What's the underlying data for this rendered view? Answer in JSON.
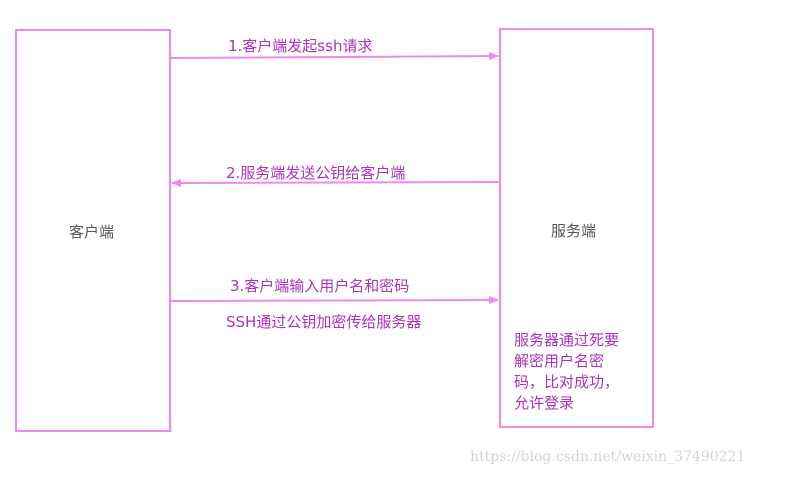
{
  "nodes": {
    "client": {
      "title": "客户端"
    },
    "server": {
      "title": "服务端",
      "note_lines": [
        "服务器通过死要",
        "解密用户名密",
        "码，比对成功，",
        "允许登录"
      ]
    }
  },
  "steps": [
    {
      "label": "1.客户端发起ssh请求",
      "direction": "client-to-server"
    },
    {
      "label": "2.服务端发送公钥给客户端",
      "direction": "server-to-client"
    },
    {
      "label": "3.客户端输入用户名和密码",
      "sublabel": "SSH通过公钥加密传给服务器",
      "direction": "client-to-server"
    }
  ],
  "watermark": "https://blog.csdn.net/weixin_37490221",
  "colors": {
    "border": "#ee88ee",
    "arrow": "#ee88ee",
    "label": "#aa33bb",
    "title": "#555555",
    "watermark": "#d4d4d4"
  }
}
